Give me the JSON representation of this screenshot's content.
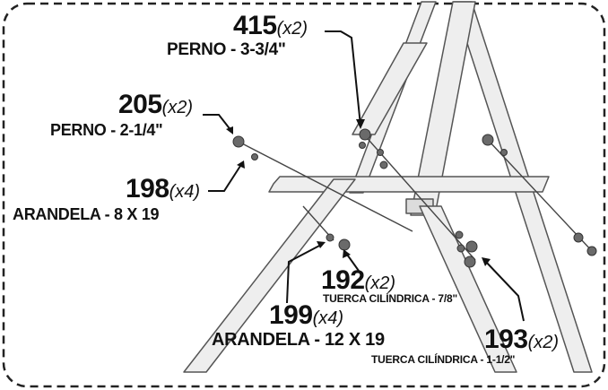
{
  "callouts": [
    {
      "part_number": "415",
      "quantity": "(x2)",
      "description": "PERNO - 3-3/4\""
    },
    {
      "part_number": "205",
      "quantity": "(x2)",
      "description": "PERNO - 2-1/4\""
    },
    {
      "part_number": "198",
      "quantity": "(x4)",
      "description": "ARANDELA - 8 X 19"
    },
    {
      "part_number": "192",
      "quantity": "(x2)",
      "description": "TUERCA CILÍNDRICA - 7/8\""
    },
    {
      "part_number": "199",
      "quantity": "(x4)",
      "description": "ARANDELA - 12 X 19"
    },
    {
      "part_number": "193",
      "quantity": "(x2)",
      "description": "TUERCA CILÍNDRICA - 1-1/2\""
    }
  ],
  "colors": {
    "frame_fill": "#eeeeee",
    "frame_stroke": "#555555",
    "hardware": "#6a6a6a",
    "border": "#222222"
  }
}
